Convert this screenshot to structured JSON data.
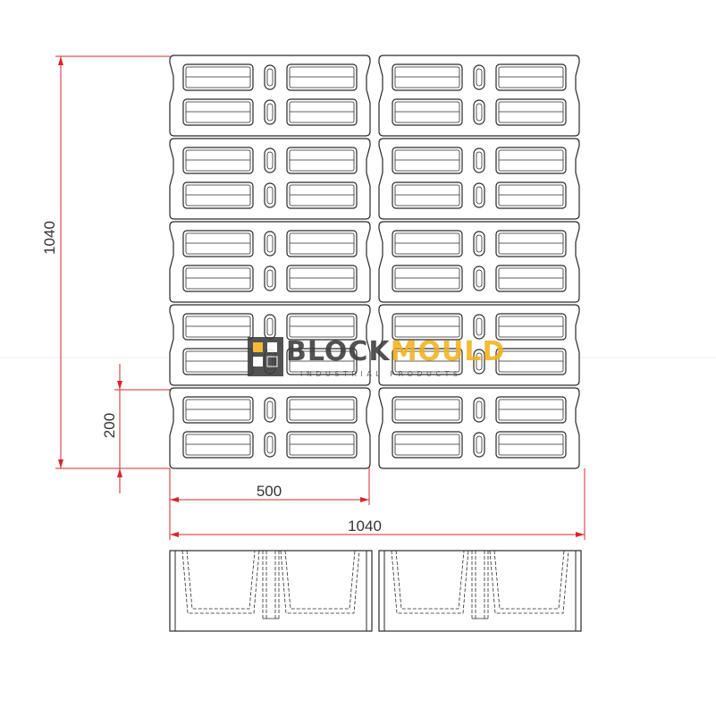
{
  "dimensions": {
    "height_total": "1040",
    "width_total": "1040",
    "block_width": "500",
    "block_height": "200"
  },
  "watermark": {
    "brand_part1": "BLOCK",
    "brand_part2": "MOULD",
    "tagline": "INDUSTRIAL PRODUCTS"
  },
  "colors": {
    "dimension_line": "#d9262c",
    "outline": "#2a2a2a",
    "watermark_dark": "#3b3b3b",
    "watermark_accent": "#f2b21b"
  }
}
